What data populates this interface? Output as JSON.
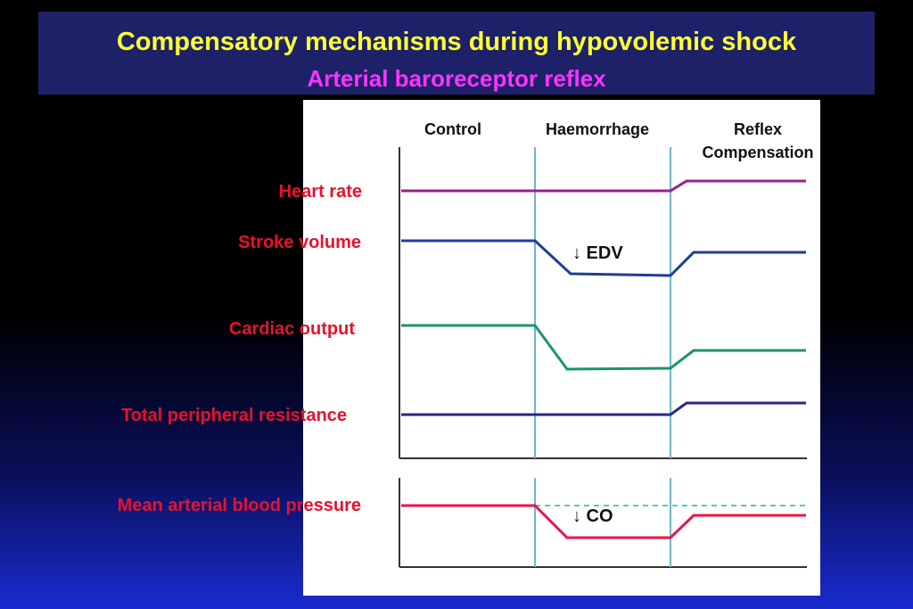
{
  "title": {
    "line1": "Compensatory mechanisms during hypovolemic shock",
    "line2": "Arterial baroreceptor reflex"
  },
  "columns": {
    "control": "Control",
    "haemorrhage": "Haemorrhage",
    "reflex_line1": "Reflex",
    "reflex_line2": "Compensation"
  },
  "rows": {
    "heart_rate": "Heart rate",
    "stroke_volume": "Stroke volume",
    "cardiac_output": "Cardiac output",
    "tpr": "Total peripheral resistance",
    "map": "Mean arterial blood pressure"
  },
  "annotations": {
    "edv": "↓ EDV",
    "co": "↓ CO"
  },
  "colors": {
    "heart_rate": "#9b1f8c",
    "stroke_volume": "#1f3d99",
    "cardiac_output": "#1a9470",
    "tpr": "#2a2780",
    "map": "#e8174a",
    "divider": "#6cb7c9",
    "title_yellow": "#ffff33",
    "title_magenta": "#ff33ff",
    "label_red": "#e8112d"
  }
}
